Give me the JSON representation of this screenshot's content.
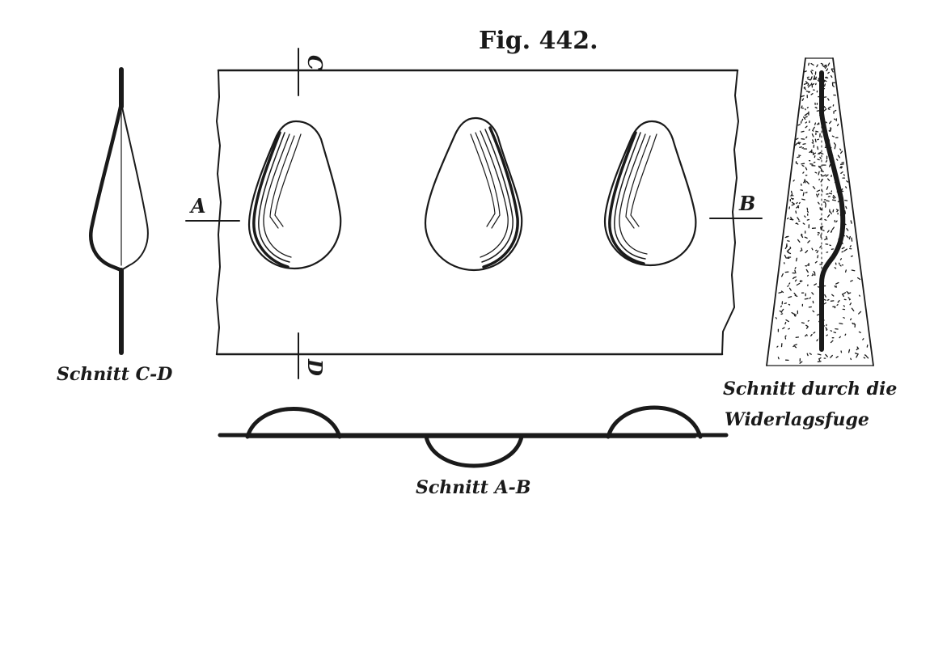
{
  "figure": {
    "title": "Fig. 442.",
    "labels": {
      "a": "A",
      "b": "B",
      "c": "C",
      "d": "D"
    },
    "captions": {
      "section_cd": "Schnitt C-D",
      "section_ab": "Schnitt A-B",
      "section_joint_line1": "Schnitt durch die",
      "section_joint_line2": "Widerlagsfuge"
    }
  },
  "colors": {
    "ink": "#1a1a1a",
    "paper": "#ffffff"
  }
}
